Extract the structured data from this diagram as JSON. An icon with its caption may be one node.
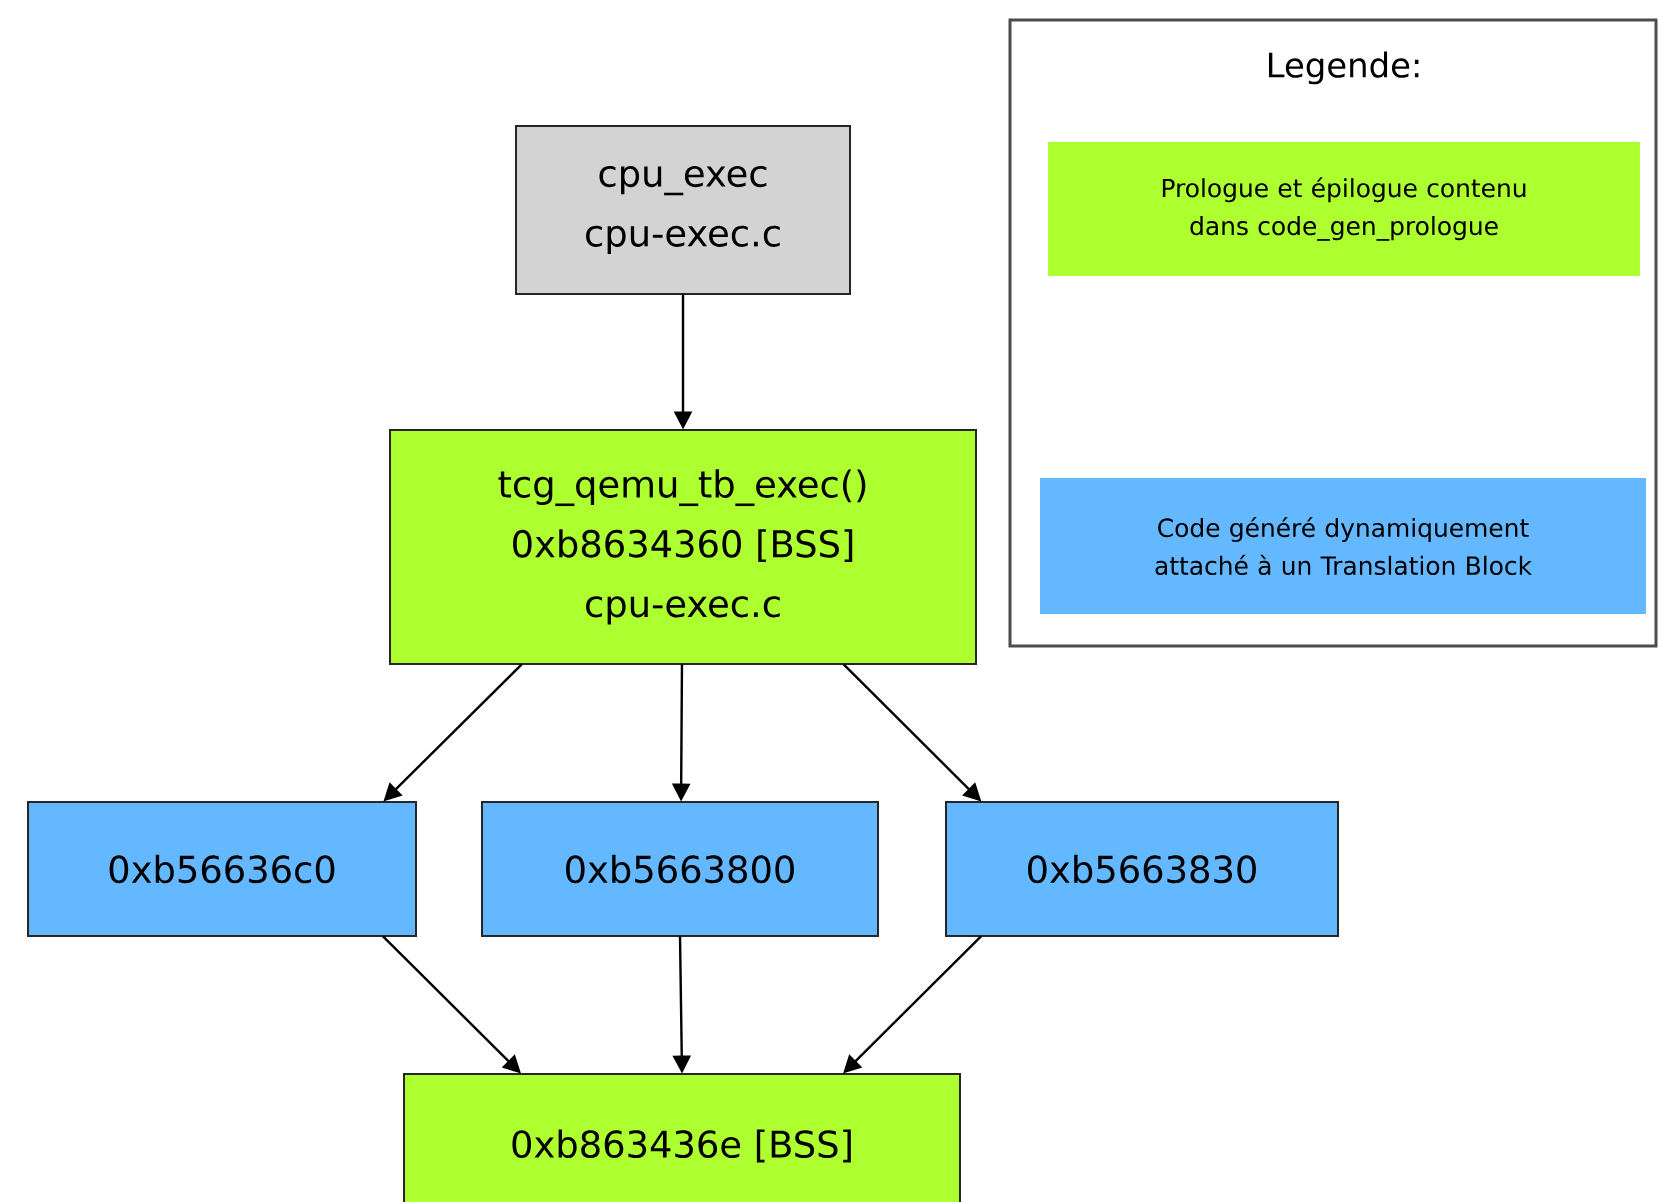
{
  "diagram": {
    "nodes": [
      {
        "text": [
          "cpu_exec",
          "cpu-exec.c"
        ]
      },
      {
        "text": [
          "tcg_qemu_tb_exec()",
          "0xb8634360 [BSS]",
          "cpu-exec.c"
        ]
      },
      {
        "text": [
          "0xb56636c0"
        ]
      },
      {
        "text": [
          "0xb5663800"
        ]
      },
      {
        "text": [
          "0xb5663830"
        ]
      },
      {
        "text": [
          "0xb863436e [BSS]"
        ]
      }
    ],
    "edges": [
      {
        "from": 0,
        "to": 1,
        "arrow": "to"
      },
      {
        "from": 1,
        "to": 2,
        "arrow": "to"
      },
      {
        "from": 1,
        "to": 3,
        "arrow": "to"
      },
      {
        "from": 1,
        "to": 4,
        "arrow": "to"
      },
      {
        "from": 2,
        "to": 5,
        "arrow": "to"
      },
      {
        "from": 3,
        "to": 5,
        "arrow": "to"
      },
      {
        "from": 4,
        "to": 5,
        "arrow": "to"
      }
    ],
    "labels": [
      "Legende:"
    ],
    "legend": [
      {
        "text": "Prologue et épilogue contenu dans code_gen_prologue",
        "color": "#adff2f"
      },
      {
        "text": "Code généré dynamiquement attaché à un Translation Block",
        "color": "#63b8ff"
      }
    ]
  }
}
